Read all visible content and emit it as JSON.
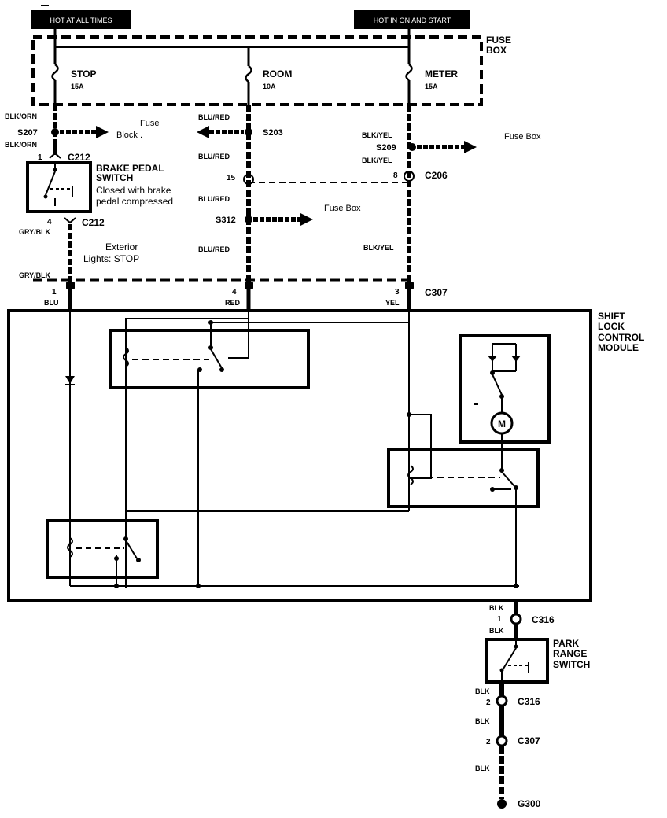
{
  "header": {
    "left_label": "HOT AT ALL TIMES",
    "right_label": "HOT IN ON AND START"
  },
  "fuse_box": {
    "title": [
      "FUSE",
      "BOX"
    ],
    "fuses": [
      {
        "name": "STOP",
        "rating": "15A"
      },
      {
        "name": "ROOM",
        "rating": "10A"
      },
      {
        "name": "METER",
        "rating": "15A"
      }
    ]
  },
  "left_circuit": {
    "wire_top": "BLK/ORN",
    "splice": "S207",
    "splice_dest": [
      "Fuse",
      "Block ."
    ],
    "wire_below_splice": "BLK/ORN",
    "conn_top_pin": "1",
    "conn_top": "C212",
    "switch_title": [
      "BRAKE PEDAL",
      "SWITCH"
    ],
    "switch_desc": [
      "Closed with brake",
      "pedal compressed"
    ],
    "conn_bottom_pin": "4",
    "conn_bottom": "C212",
    "wire_bottom": "GRY/BLK",
    "exterior_note": [
      "Exterior",
      "Lights: STOP"
    ],
    "wire_module": "GRY/BLK",
    "module_pin": "1",
    "module_color": "BLU"
  },
  "middle_circuit": {
    "wire_top": "BLU/RED",
    "splice": "S203",
    "wire_c206": "BLU/RED",
    "c206_pin": "15",
    "wire_s312": "BLU/RED",
    "splice_s312": "S312",
    "s312_dest": "Fuse Box",
    "wire_module": "BLU/RED",
    "module_pin": "4",
    "module_color": "RED"
  },
  "right_circuit": {
    "wire_top": "BLK/YEL",
    "splice": "S209",
    "splice_dest": "Fuse Box",
    "wire_c206": "BLK/YEL",
    "c206_pin": "8",
    "c206": "C206",
    "wire_module": "BLK/YEL",
    "module_pin": "3",
    "module_color": "YEL",
    "c307": "C307"
  },
  "module": {
    "title": [
      "SHIFT",
      "LOCK",
      "CONTROL",
      "MODULE"
    ],
    "motor": "M"
  },
  "ground_circuit": {
    "wire_1": "BLK",
    "pin_1": "1",
    "conn_1": "C316",
    "wire_2": "BLK",
    "switch_title": [
      "PARK",
      "RANGE",
      "SWITCH"
    ],
    "wire_3": "BLK",
    "pin_3": "2",
    "conn_3": "C316",
    "wire_4": "BLK",
    "pin_4": "2",
    "conn_4": "C307",
    "wire_5": "BLK",
    "ground": "G300"
  }
}
